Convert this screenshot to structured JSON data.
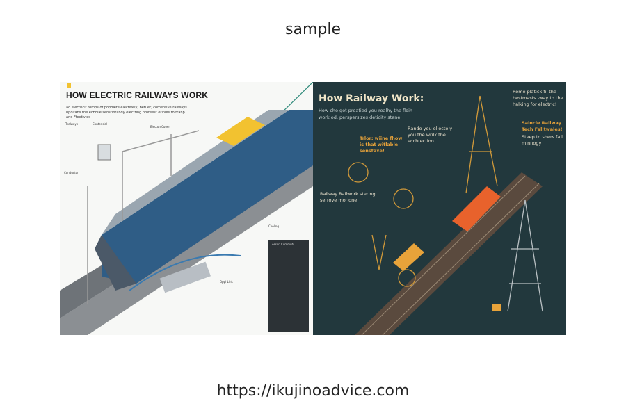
{
  "header": {
    "title": "sample"
  },
  "footer": {
    "url": "https://ikujinoadvice.com"
  },
  "left_image": {
    "heading": "HOW ELECTRIC RAILWAYS WORK",
    "subtitle": "ad electricit tomps of popoaire electively, betuer, comentive railways upoifans the ecbdile senstintandy electring proteest erinies to tranp and Ffectivies",
    "callouts": [
      "Tealways",
      "Contensial",
      "Conductor",
      "Electon Cuoen",
      "Lesson Commnts",
      "Cooling",
      "Oppl Link"
    ],
    "colors": {
      "background": "#f7f8f6",
      "train": "#2f5d86",
      "accent": "#f2c230"
    }
  },
  "right_image": {
    "heading": "How Railway Work:",
    "subtitle": "How che get preatied you realhy the floih work od, perspersizes deticity stane:",
    "notes": [
      {
        "text": "Rome platick fil the bestmasts -way to the halking for electric!",
        "style": "light"
      },
      {
        "text": "Saincle Railway Tech Falltwales!",
        "style": "orange"
      },
      {
        "text": "Steep to shers fall minnogy",
        "style": "light"
      },
      {
        "text": "Rando you ellectely you the wrilk the ecchrection",
        "style": "light"
      },
      {
        "text": "Trlor: wiine fhow is that witlable senstaxe!",
        "style": "orange"
      },
      {
        "text": "Railway Railwork stering serrove morione:",
        "style": "light"
      }
    ],
    "colors": {
      "background": "#22383d",
      "accent": "#e8a33a",
      "train": "#e8622c"
    }
  }
}
